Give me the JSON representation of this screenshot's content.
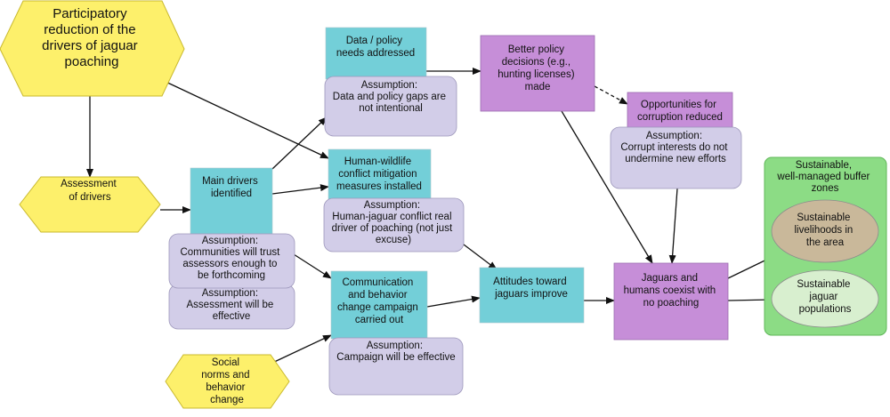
{
  "nodes": {
    "participatory": [
      "Participatory",
      "reduction of the",
      "drivers of jaguar",
      "poaching"
    ],
    "assessment": [
      "Assessment",
      "of drivers"
    ],
    "main_drivers": [
      "Main drivers",
      "identified"
    ],
    "assump_communities": [
      "Assumption:",
      "Communities will trust",
      "assessors enough to",
      "be forthcoming"
    ],
    "assump_assessment": [
      "Assumption:",
      "Assessment will be",
      "effective"
    ],
    "social_norms": [
      "Social",
      "norms and",
      "behavior",
      "change"
    ],
    "data_policy": [
      "Data / policy",
      "needs addressed"
    ],
    "assump_data": [
      "Assumption:",
      "Data and policy gaps are",
      "not intentional"
    ],
    "hwc": [
      "Human-wildlife",
      "conflict mitigation",
      "measures installed"
    ],
    "assump_hjc": [
      "Assumption:",
      "Human-jaguar conflict real",
      "driver of poaching (not just",
      "excuse)"
    ],
    "communication": [
      "Communication",
      "and behavior",
      "change campaign",
      "carried out"
    ],
    "assump_campaign": [
      "Assumption:",
      "Campaign will be effective"
    ],
    "better_policy": [
      "Better policy",
      "decisions (e.g.,",
      "hunting licenses)",
      "made"
    ],
    "opportunities": [
      "Opportunities for",
      "corruption reduced"
    ],
    "assump_corrupt": [
      "Assumption:",
      "Corrupt interests do not",
      "undermine new efforts"
    ],
    "attitudes": [
      "Attitudes toward",
      "jaguars improve"
    ],
    "coexist": [
      "Jaguars and",
      "humans coexist with",
      "no poaching"
    ],
    "buffer": [
      "Sustainable,",
      "well-managed buffer",
      "zones"
    ],
    "livelihoods": [
      "Sustainable",
      "livelihoods in",
      "the area"
    ],
    "populations": [
      "Sustainable",
      "jaguar",
      "populations"
    ]
  },
  "colors": {
    "hexagon": "#fdf06b",
    "strategy_box": "#73cfd8",
    "assumption_box": "#d2cde8",
    "outcome_box": "#c68ed8",
    "goal_box": "#8cdc85",
    "livelihoods_ellipse": "#c9b89a",
    "populations_ellipse": "#d8efcf"
  }
}
